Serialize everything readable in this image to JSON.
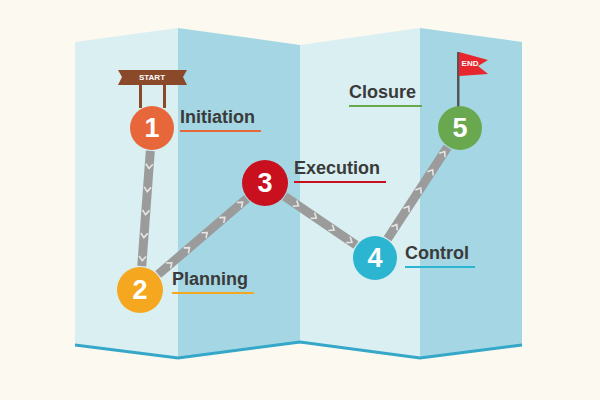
{
  "diagram": {
    "nodes": [
      {
        "text": [
          "1",
          "Initiation"
        ]
      },
      {
        "text": [
          "2",
          "Planning"
        ]
      },
      {
        "text": [
          "3",
          "Execution"
        ]
      },
      {
        "text": [
          "4",
          "Control"
        ]
      },
      {
        "text": [
          "5",
          "Closure"
        ]
      }
    ],
    "edges": [
      {
        "from": 0,
        "to": 1,
        "arrow": "to"
      },
      {
        "from": 1,
        "to": 2,
        "arrow": "to"
      },
      {
        "from": 2,
        "to": 3,
        "arrow": "to"
      },
      {
        "from": 3,
        "to": 4,
        "arrow": "to"
      }
    ],
    "labels": [
      "START",
      "END"
    ]
  }
}
